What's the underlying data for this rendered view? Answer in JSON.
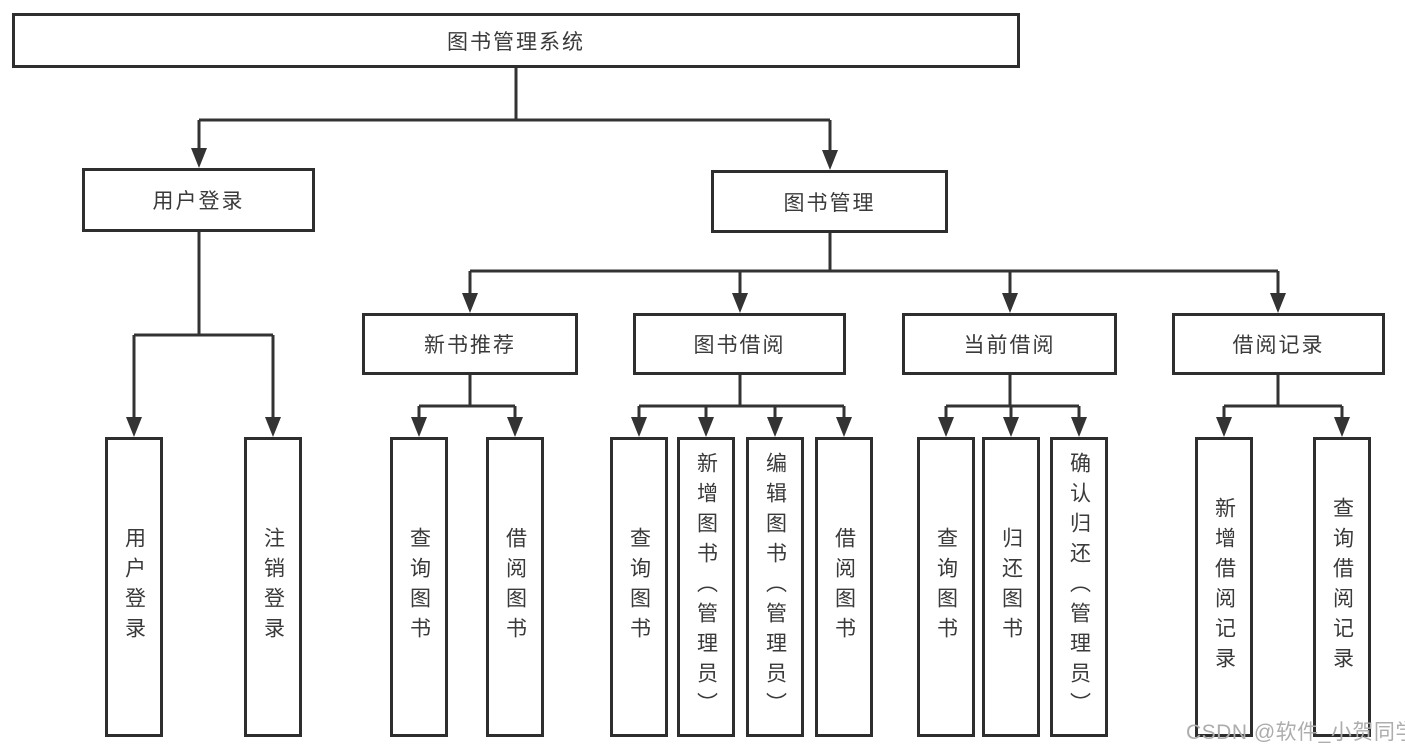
{
  "page": {
    "watermark": "CSDN @软件_小贺同学"
  },
  "colors": {
    "line": "#333333",
    "box_border": "#2e2e2e",
    "text": "#3a3a3a",
    "watermark": "#adadad",
    "background": "#ffffff"
  },
  "tree": {
    "root": "图书管理系统",
    "user_branch": {
      "label": "用户登录",
      "children": [
        "用户登录",
        "注销登录"
      ]
    },
    "book_branch": {
      "label": "图书管理",
      "sections": [
        {
          "label": "新书推荐",
          "children": [
            "查询图书",
            "借阅图书"
          ]
        },
        {
          "label": "图书借阅",
          "children": [
            "查询图书",
            "新增图书（管理员）",
            "编辑图书（管理员）",
            "借阅图书"
          ]
        },
        {
          "label": "当前借阅",
          "children": [
            "查询图书",
            "归还图书",
            "确认归还（管理员）"
          ]
        },
        {
          "label": "借阅记录",
          "children": [
            "新增借阅记录",
            "查询借阅记录"
          ]
        }
      ]
    }
  }
}
